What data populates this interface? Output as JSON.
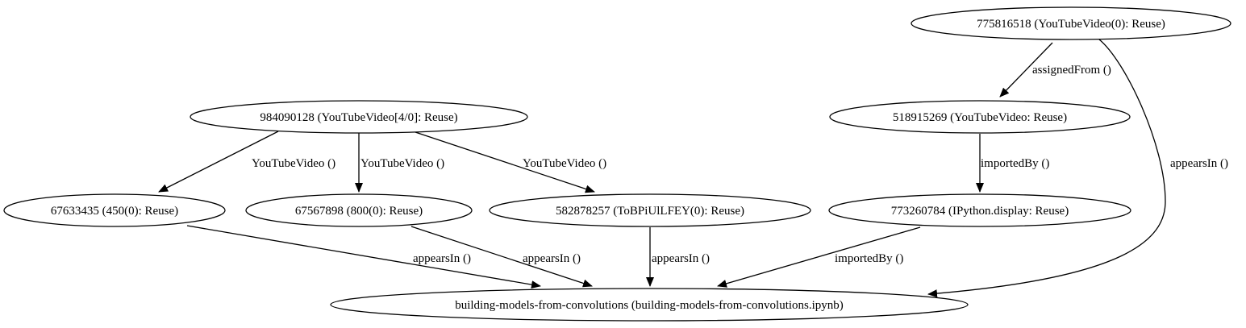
{
  "nodes": [
    {
      "id": "n775816518",
      "label": "775816518 (YouTubeVideo(0): Reuse)"
    },
    {
      "id": "n984090128",
      "label": "984090128 (YouTubeVideo[4/0]: Reuse)"
    },
    {
      "id": "n518915269",
      "label": "518915269 (YouTubeVideo: Reuse)"
    },
    {
      "id": "n67633435",
      "label": "67633435 (450(0): Reuse)"
    },
    {
      "id": "n67567898",
      "label": "67567898 (800(0): Reuse)"
    },
    {
      "id": "n582878257",
      "label": "582878257 (ToBPiUlLFEY(0): Reuse)"
    },
    {
      "id": "n773260784",
      "label": "773260784 (IPython.display: Reuse)"
    },
    {
      "id": "nbuilding",
      "label": "building-models-from-convolutions (building-models-from-convolutions.ipynb)"
    }
  ],
  "edges": [
    {
      "id": "e1",
      "from": "n984090128",
      "to": "n67633435",
      "label": "YouTubeVideo ()"
    },
    {
      "id": "e2",
      "from": "n984090128",
      "to": "n67567898",
      "label": "YouTubeVideo ()"
    },
    {
      "id": "e3",
      "from": "n984090128",
      "to": "n582878257",
      "label": "YouTubeVideo ()"
    },
    {
      "id": "e4",
      "from": "n775816518",
      "to": "n518915269",
      "label": "assignedFrom ()"
    },
    {
      "id": "e5",
      "from": "n775816518",
      "to": "nbuilding",
      "label": "appearsIn ()"
    },
    {
      "id": "e6",
      "from": "n518915269",
      "to": "n773260784",
      "label": "importedBy ()"
    },
    {
      "id": "e7",
      "from": "n67633435",
      "to": "nbuilding",
      "label": "appearsIn ()"
    },
    {
      "id": "e8",
      "from": "n67567898",
      "to": "nbuilding",
      "label": "appearsIn ()"
    },
    {
      "id": "e9",
      "from": "n582878257",
      "to": "nbuilding",
      "label": "appearsIn ()"
    },
    {
      "id": "e10",
      "from": "n773260784",
      "to": "nbuilding",
      "label": "importedBy ()"
    }
  ]
}
